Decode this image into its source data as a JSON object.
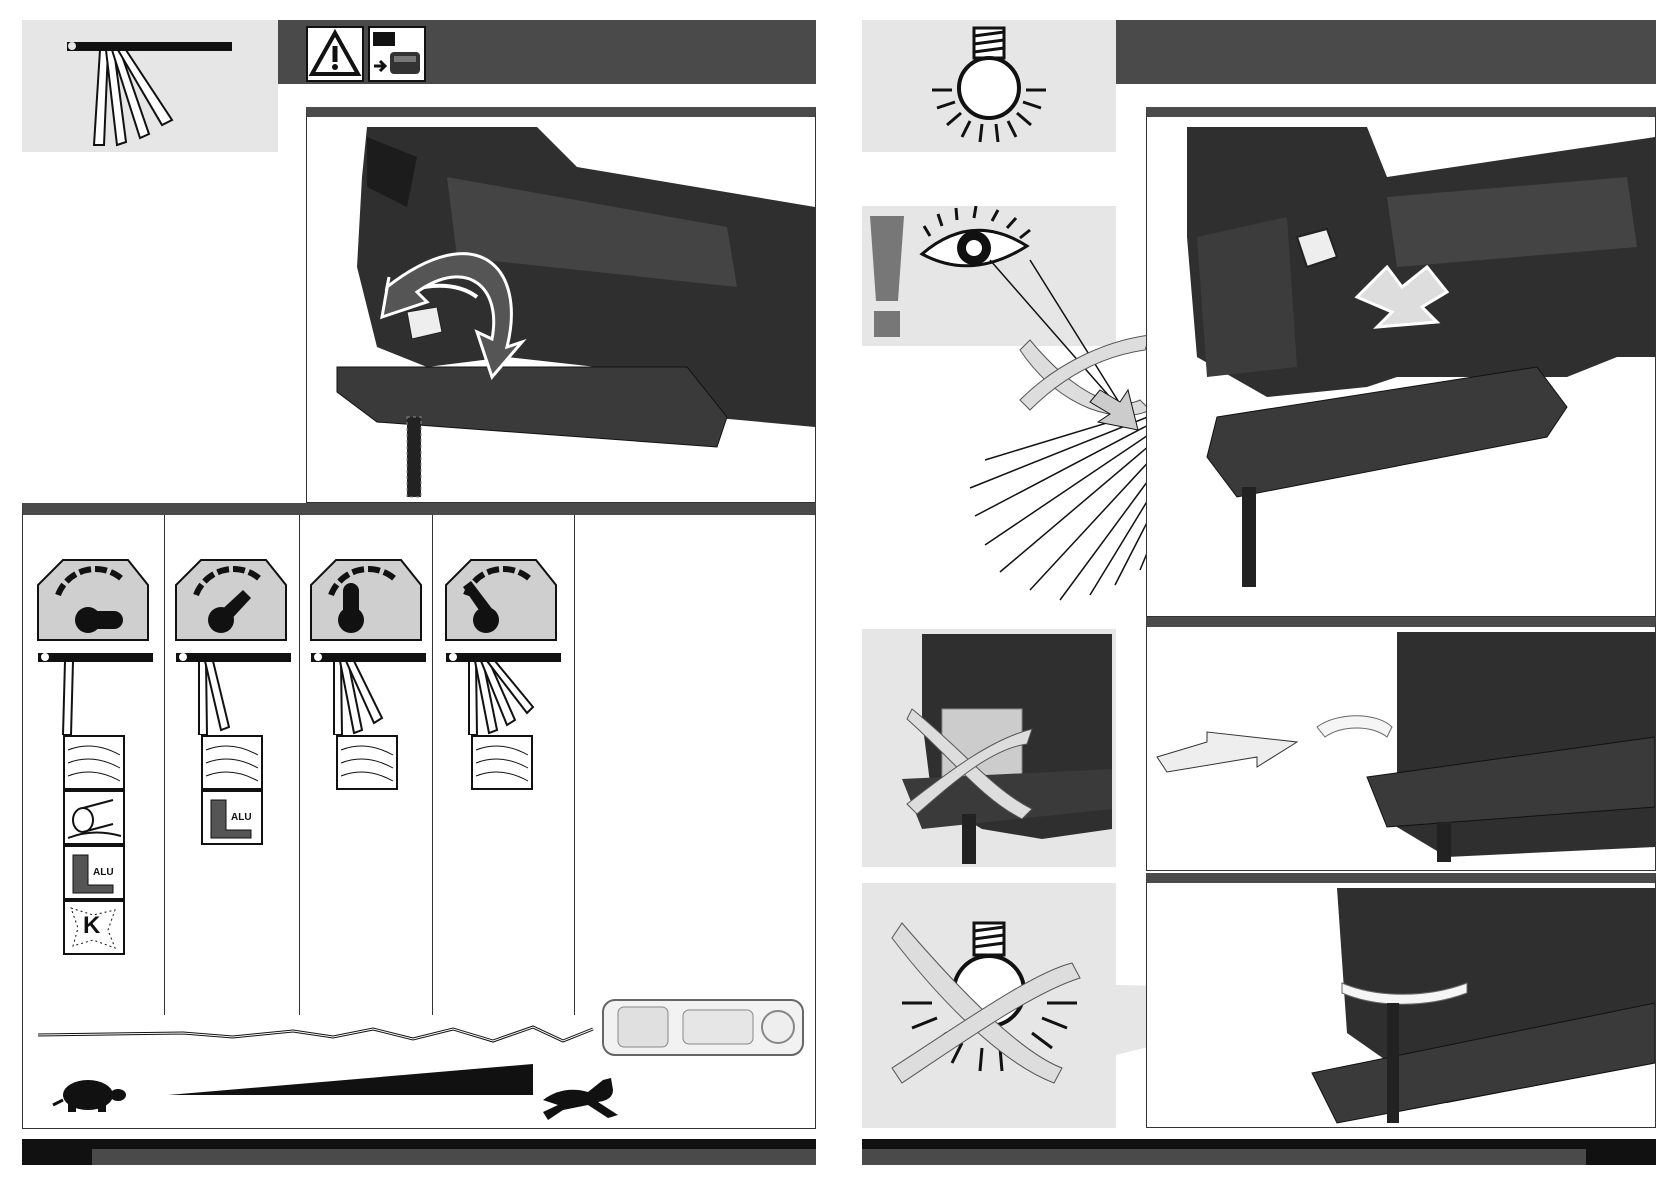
{
  "left_page": {
    "header": {
      "warning_icon": "warning-triangle-icon",
      "battery_icon": "battery-remove-icon"
    },
    "orbital_section": {
      "columns": [
        {
          "setting": 0,
          "blade": "straight",
          "materials": [
            "wood",
            "sheet-metal-pipe",
            "aluminium",
            "plastic"
          ]
        },
        {
          "setting": 1,
          "blade": "swing-1",
          "materials": [
            "wood",
            "aluminium"
          ]
        },
        {
          "setting": 2,
          "blade": "swing-2",
          "materials": [
            "wood"
          ]
        },
        {
          "setting": 3,
          "blade": "swing-3",
          "materials": [
            "wood"
          ]
        }
      ],
      "material_labels": {
        "alu": "ALU",
        "plastic": "K"
      },
      "speed_icons": {
        "slow": "tortoise-icon",
        "fast": "hare-icon"
      }
    }
  },
  "right_page": {
    "header": {
      "icon": "light-bulb-icon"
    },
    "warning": {
      "icons": [
        "exclamation-icon",
        "eye-icon"
      ]
    }
  },
  "colors": {
    "header_bar": "#4a4a4a",
    "panel_gray": "#e6e6e6",
    "tool_body": "#3a3a3a"
  }
}
